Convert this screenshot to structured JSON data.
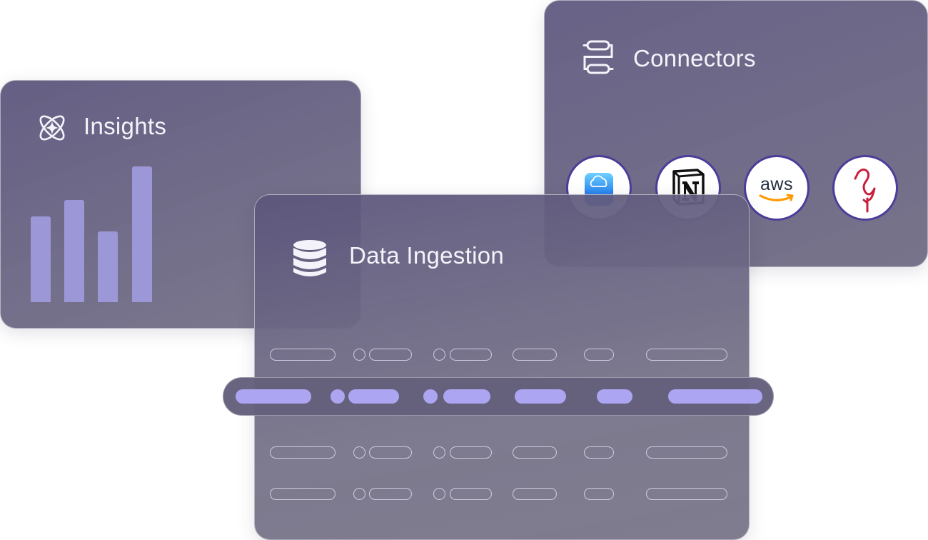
{
  "insights": {
    "title": "Insights",
    "icon": "sparkle-atom-icon",
    "bar_color": "#9c97d6",
    "bars": [
      0.63,
      0.75,
      0.52,
      1.0
    ]
  },
  "ingestion": {
    "title": "Data Ingestion",
    "icon": "database-icon",
    "highlight_color": "#aca6f2"
  },
  "connectors": {
    "title": "Connectors",
    "icon": "connector-flow-icon",
    "logos": [
      "icloud-logo-icon",
      "notion-logo-icon",
      "aws-logo-icon",
      "flamingo-logo-icon"
    ],
    "aws_label": "aws"
  },
  "colors": {
    "card": "#6a6688",
    "title_text": "#f4f3fa",
    "logo_border": "#4b3d9a"
  }
}
